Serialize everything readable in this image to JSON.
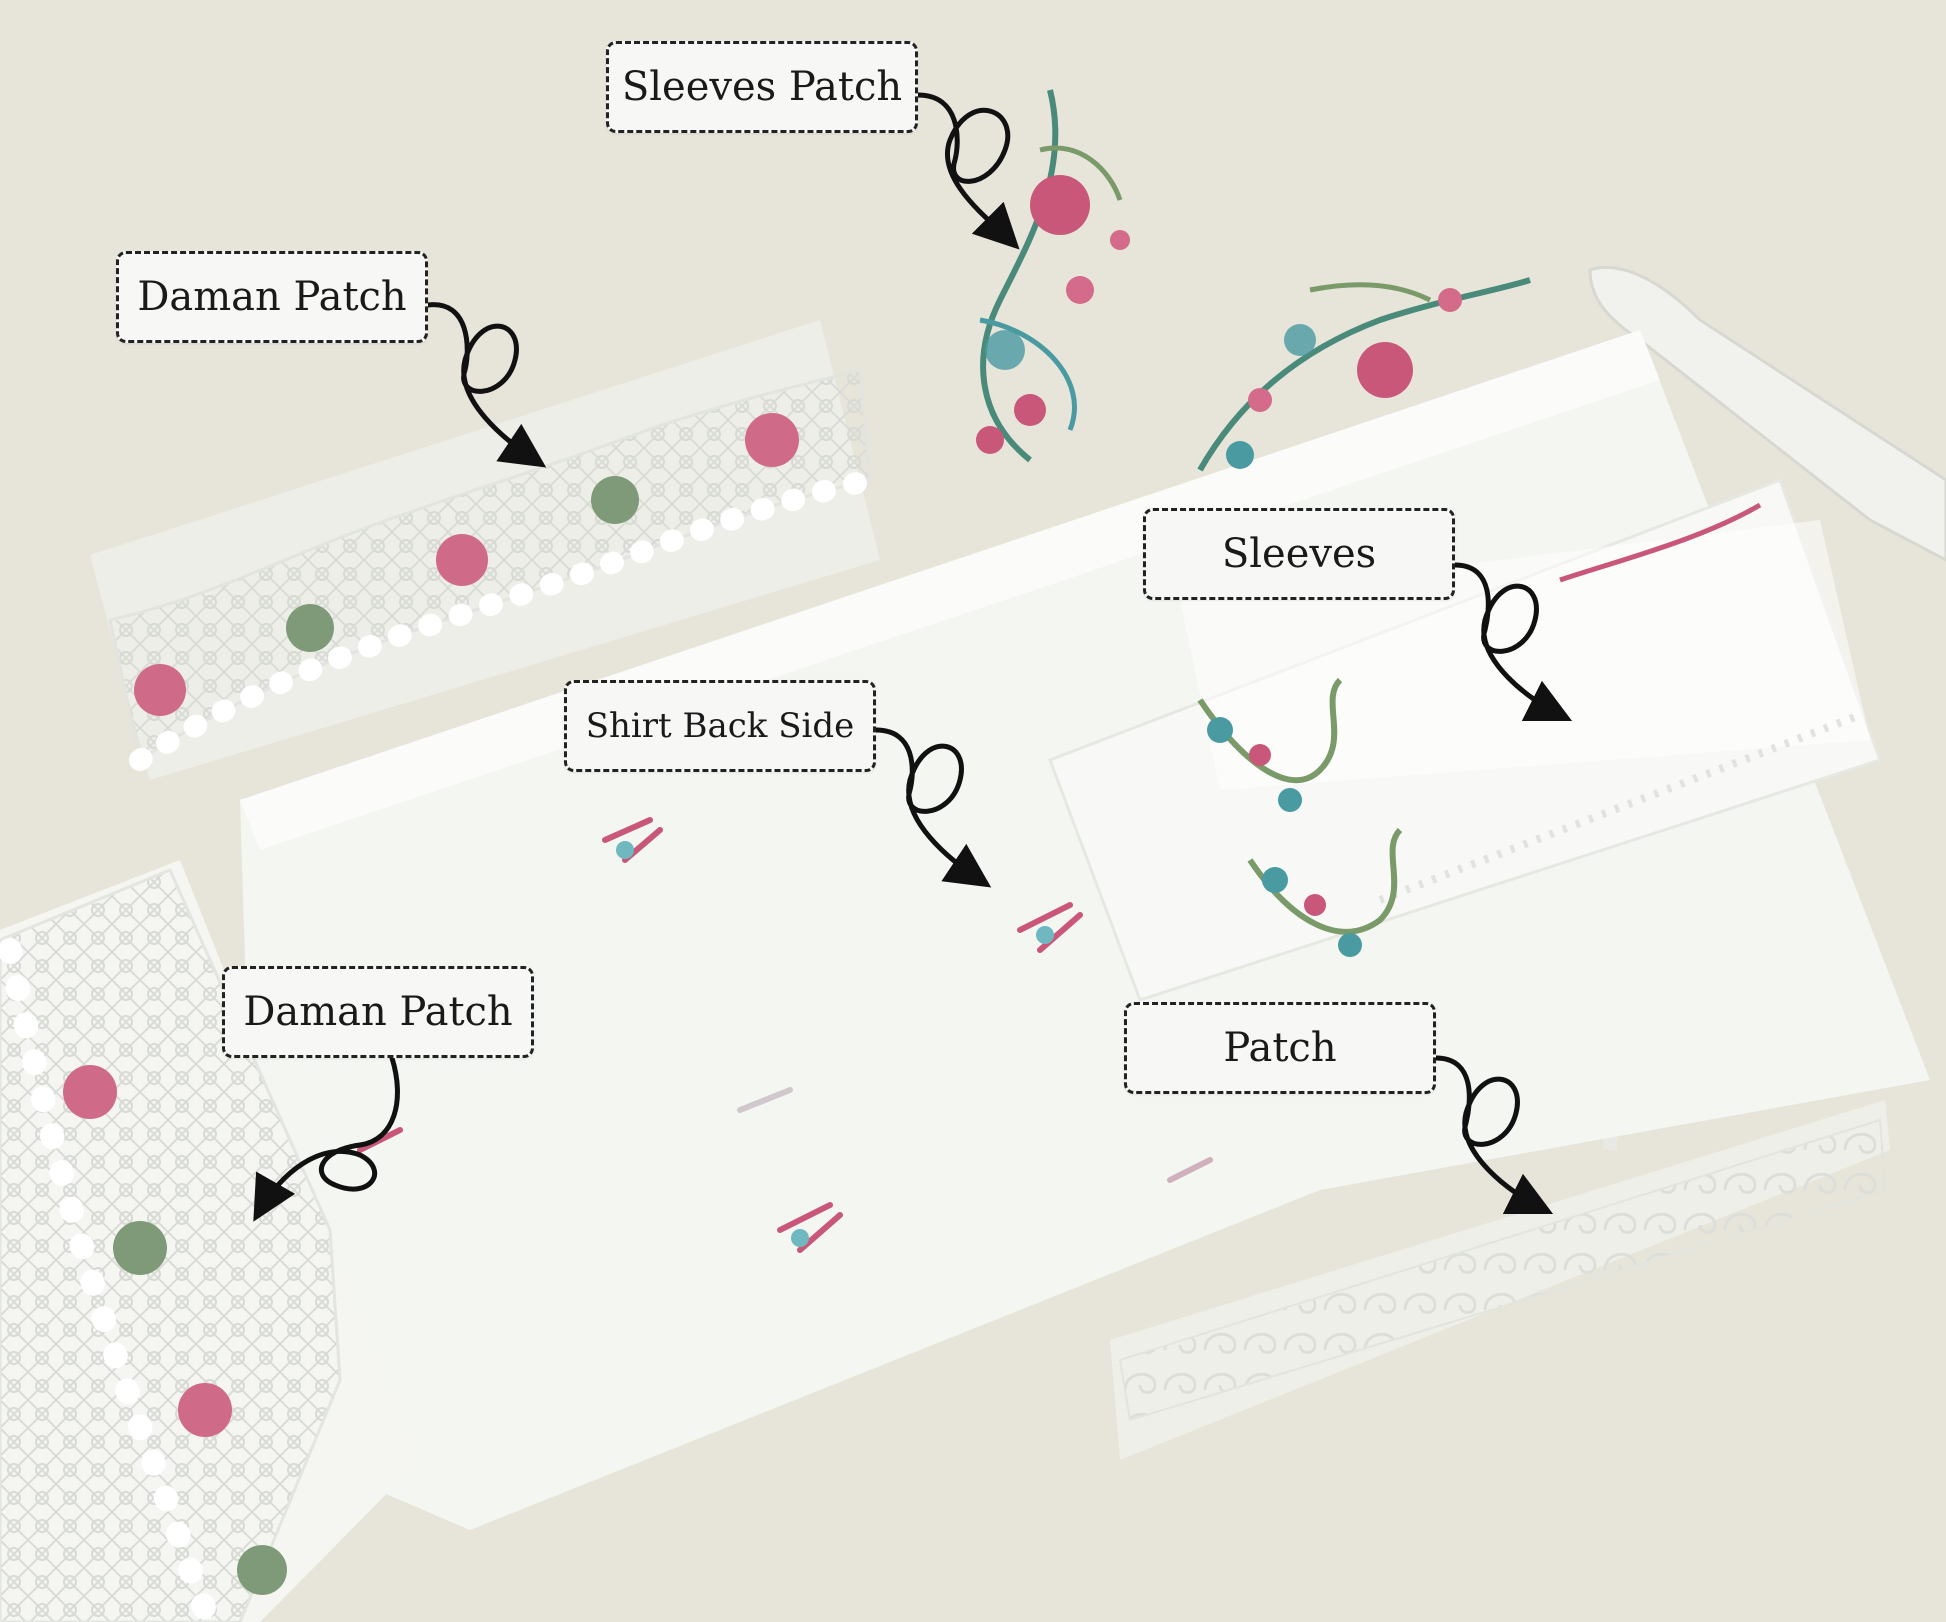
{
  "labels": {
    "sleeves_patch": "Sleeves Patch",
    "daman_patch_top": "Daman Patch",
    "sleeves": "Sleeves",
    "shirt_back_side": "Shirt Back Side",
    "daman_patch_bottom": "Daman Patch",
    "patch": "Patch"
  },
  "colors": {
    "background": "#e4e2d6",
    "fabric": "#f4f6f2",
    "lace": "#fbfbf8",
    "embroidery_pink": "#c9577a",
    "embroidery_teal": "#4a9aa2",
    "embroidery_green": "#7a9a6a",
    "annotation": "#111111"
  }
}
